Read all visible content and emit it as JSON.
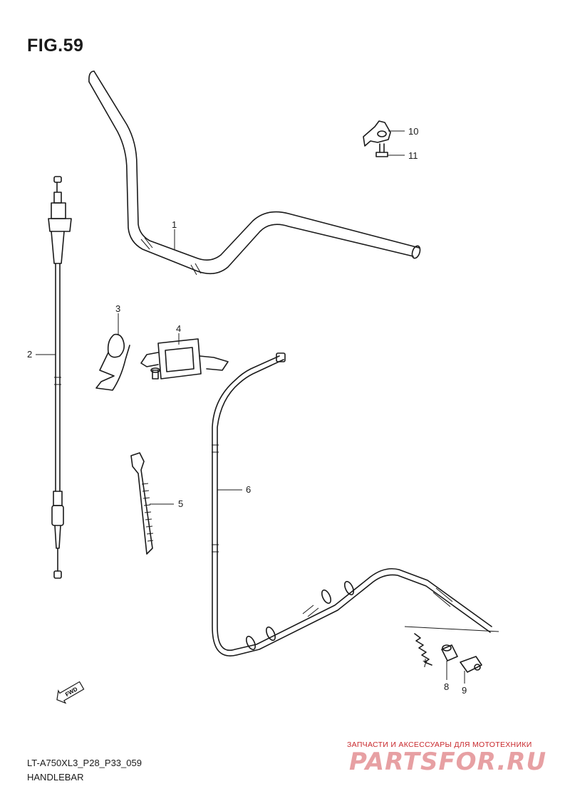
{
  "figure": {
    "title": "FIG.59"
  },
  "callouts": [
    "1",
    "2",
    "3",
    "4",
    "5",
    "6",
    "7",
    "8",
    "9",
    "10",
    "11"
  ],
  "footer": {
    "model_code": "LT-A750XL3_P28_P33_059",
    "section": "HANDLEBAR"
  },
  "fwd_arrow": {
    "label": "FWD"
  },
  "watermark": {
    "caption": "ЗАПЧАСТИ И АКСЕССУАРЫ ДЛЯ МОТОТЕХНИКИ",
    "logo": "PARTSFOR.RU"
  }
}
